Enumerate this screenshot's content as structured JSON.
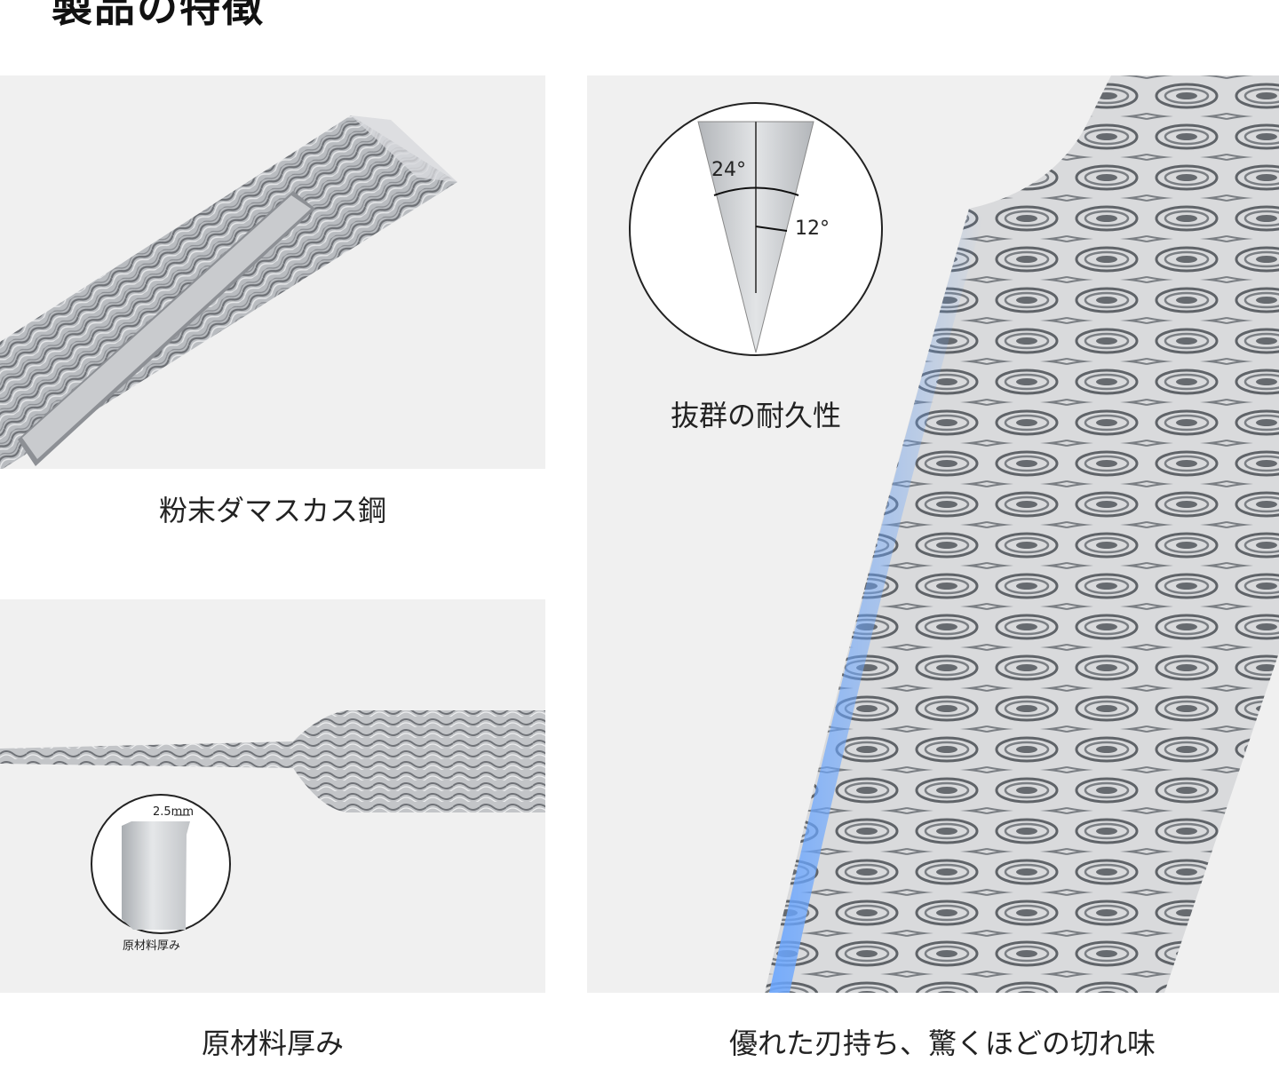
{
  "page": {
    "title": "製品の特徴"
  },
  "features": [
    {
      "caption": "粉末ダマスカス鋼"
    },
    {
      "caption": "原材料厚み",
      "inset_thickness": "2.5mm",
      "inset_label": "原材料厚み"
    },
    {
      "caption": "抜群の耐久性",
      "angle_total": "24°",
      "angle_side": "12°"
    },
    {
      "caption": "優れた刃持ち、驚くほどの切れ味"
    }
  ]
}
